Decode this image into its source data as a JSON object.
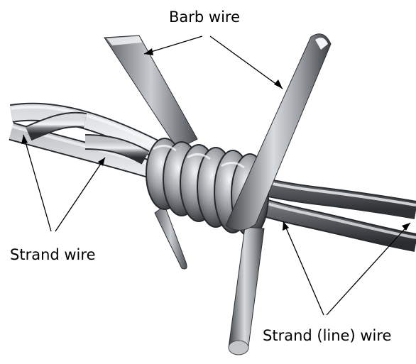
{
  "labels": {
    "barb_wire": "Barb wire",
    "strand_wire": "Strand wire",
    "strand_line_wire": "Strand (line) wire"
  },
  "colors": {
    "background": "#ffffff",
    "text": "#000000",
    "pointer": "#000000",
    "steel_dark": "#3a3d40",
    "steel_mid": "#8a8e92",
    "steel_light": "#e6e8ea"
  }
}
